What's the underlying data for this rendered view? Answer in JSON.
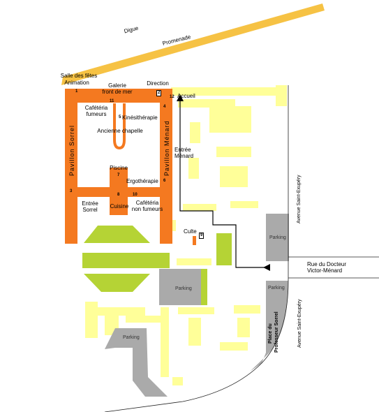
{
  "colors": {
    "hospital": "#f47920",
    "buildings": "#ffff99",
    "green": "#b5d335",
    "parking": "#aaaaaa",
    "digue": "#f6c244",
    "route": "#000000"
  },
  "labels": {
    "digue": "Digue",
    "promenade": "Promenade",
    "salle_fetes": "Salle des fêtes",
    "animation": "Animation",
    "galerie_1": "Galerie",
    "galerie_2": "front de mer",
    "direction": "Direction",
    "accueil": "Accueil",
    "cafeteria_fumeurs_1": "Cafétéria",
    "cafeteria_fumeurs_2": "fumeurs",
    "kinesitherapie": "Kinésithérapie",
    "ancienne_chapelle": "Ancienne chapelle",
    "pavillon_sorrel": "Pavillon Sorrel",
    "pavillon_menard": "Pavillon Ménard",
    "entree_menard_1": "Entrée",
    "entree_menard_2": "Ménard",
    "piscine": "Piscine",
    "ergotherapie": "Ergothérapie",
    "entree_sorrel_1": "Entrée",
    "entree_sorrel_2": "Sorrel",
    "cuisine": "Cuisine",
    "cafeteria_nf_1": "Cafétéria",
    "cafeteria_nf_2": "non fumeurs",
    "culte": "Culte",
    "parking": "Parking",
    "avenue_1": "Avenue Saint-Exupéry",
    "avenue_2": "Avenue Saint-Exupéry",
    "rue_1": "Rue du Docteur",
    "rue_2": "Victor-Ménard",
    "place_1": "Place du",
    "place_2": "Professeur Sorrel"
  },
  "numbers": {
    "n1": "1",
    "n2": "2",
    "n3": "3",
    "n4": "4",
    "n5": "5",
    "n6": "6",
    "n7": "7",
    "n8": "8",
    "n9": "9",
    "n10": "10",
    "n11": "11",
    "n12": "12"
  }
}
